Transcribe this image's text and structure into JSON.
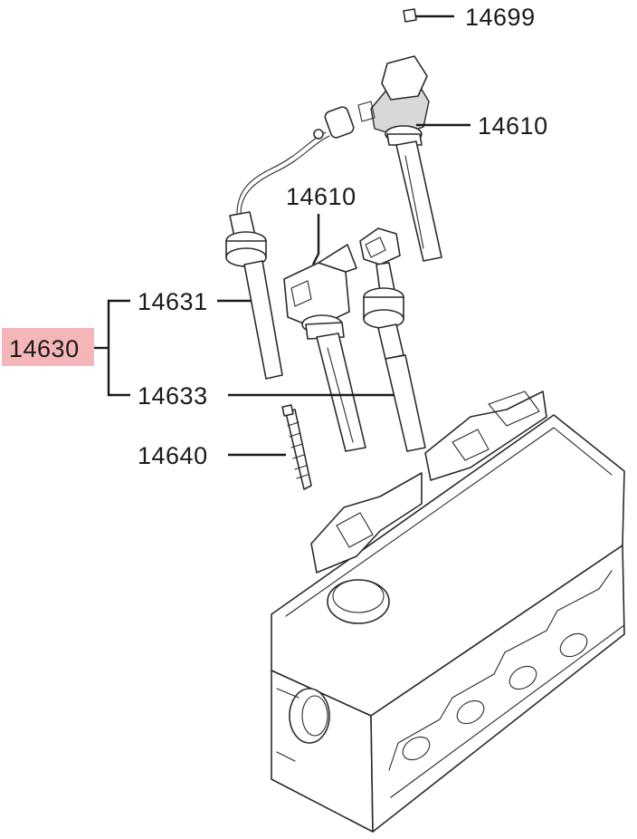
{
  "labels": {
    "p14699": "14699",
    "p14610_top": "14610",
    "p14610_mid": "14610",
    "p14631": "14631",
    "p14630": "14630",
    "p14633": "14633",
    "p14640": "14640"
  },
  "colors": {
    "highlight": "#f4b6b8",
    "ink": "#1a1a1a",
    "background": "#ffffff"
  },
  "highlighted_part": "14630"
}
